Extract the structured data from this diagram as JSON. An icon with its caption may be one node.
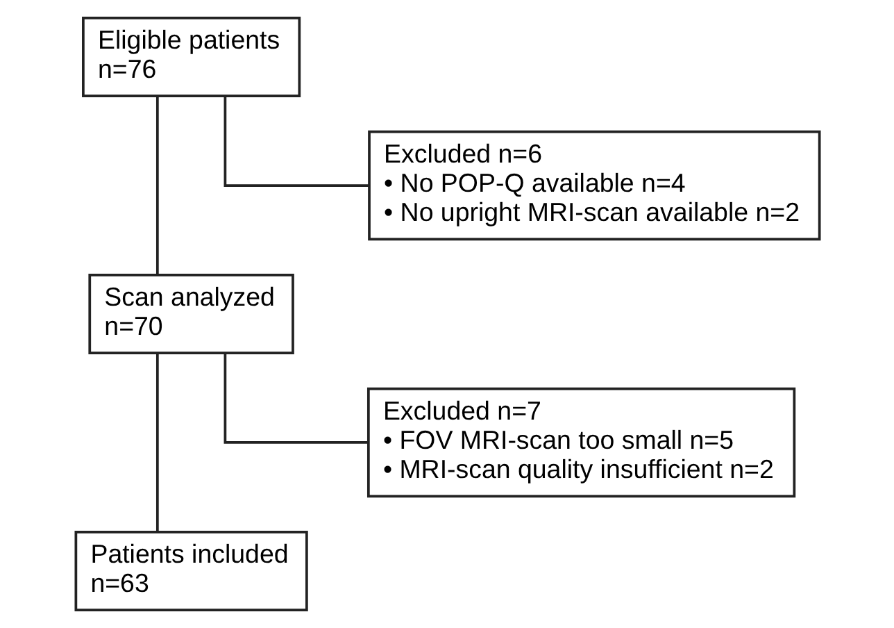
{
  "diagram": {
    "nodes": [
      {
        "text": [
          "Eligible patients",
          "n=76"
        ]
      },
      {
        "text": [
          "Excluded n=6",
          "• No POP-Q available n=4",
          "• No upright MRI-scan available n=2"
        ]
      },
      {
        "text": [
          "Scan analyzed",
          "n=70"
        ]
      },
      {
        "text": [
          "Excluded n=7",
          "• FOV MRI-scan too small n=5",
          "• MRI-scan quality insufficient n=2"
        ]
      },
      {
        "text": [
          "Patients included",
          "n=63"
        ]
      }
    ],
    "edges": [
      {
        "from": 0,
        "to": 2,
        "arrow": "none"
      },
      {
        "from": 0,
        "to": 1,
        "arrow": "none"
      },
      {
        "from": 2,
        "to": 4,
        "arrow": "none"
      },
      {
        "from": 2,
        "to": 3,
        "arrow": "none"
      }
    ]
  }
}
